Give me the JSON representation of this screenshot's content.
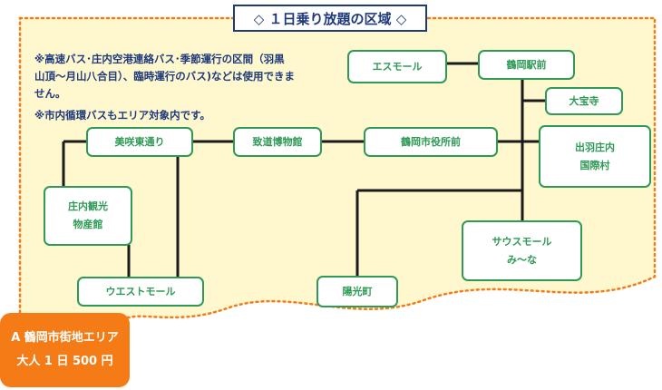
{
  "title": "◇ １日乗り放題の区域 ◇",
  "notes": {
    "line1": "※高速バス･庄内空港連絡バス･季節運行の区間（羽黒",
    "line2": "山頂～月山八合目）、臨時運行のバス)などは使用できま",
    "line3": "せん。",
    "line4": "※市内循環バスもエリア対象内です。"
  },
  "stops": {
    "s_mall": "エスモール",
    "tsuruoka_station": "鶴岡駅前",
    "daihoji": "大宝寺",
    "dewa_l1": "出羽庄内",
    "dewa_l2": "国際村",
    "misaki": "美咲東通り",
    "museum": "致道博物館",
    "city_hall": "鶴岡市役所前",
    "kanko_l1": "庄内観光",
    "kanko_l2": "物産館",
    "south_l1": "サウスモール",
    "south_l2": "み～な",
    "west_mall": "ウエストモール",
    "yoko": "陽光町"
  },
  "area": {
    "line1": "A 鶴岡市街地エリア",
    "line2": "大人 1 日 500 円"
  },
  "colors": {
    "route": "#1a1a1a",
    "node_border": "#2e9a55",
    "area_fill": "#fff8cf",
    "area_border": "#f47b16",
    "title": "#1f3a7a",
    "badge": "#f47b16"
  }
}
